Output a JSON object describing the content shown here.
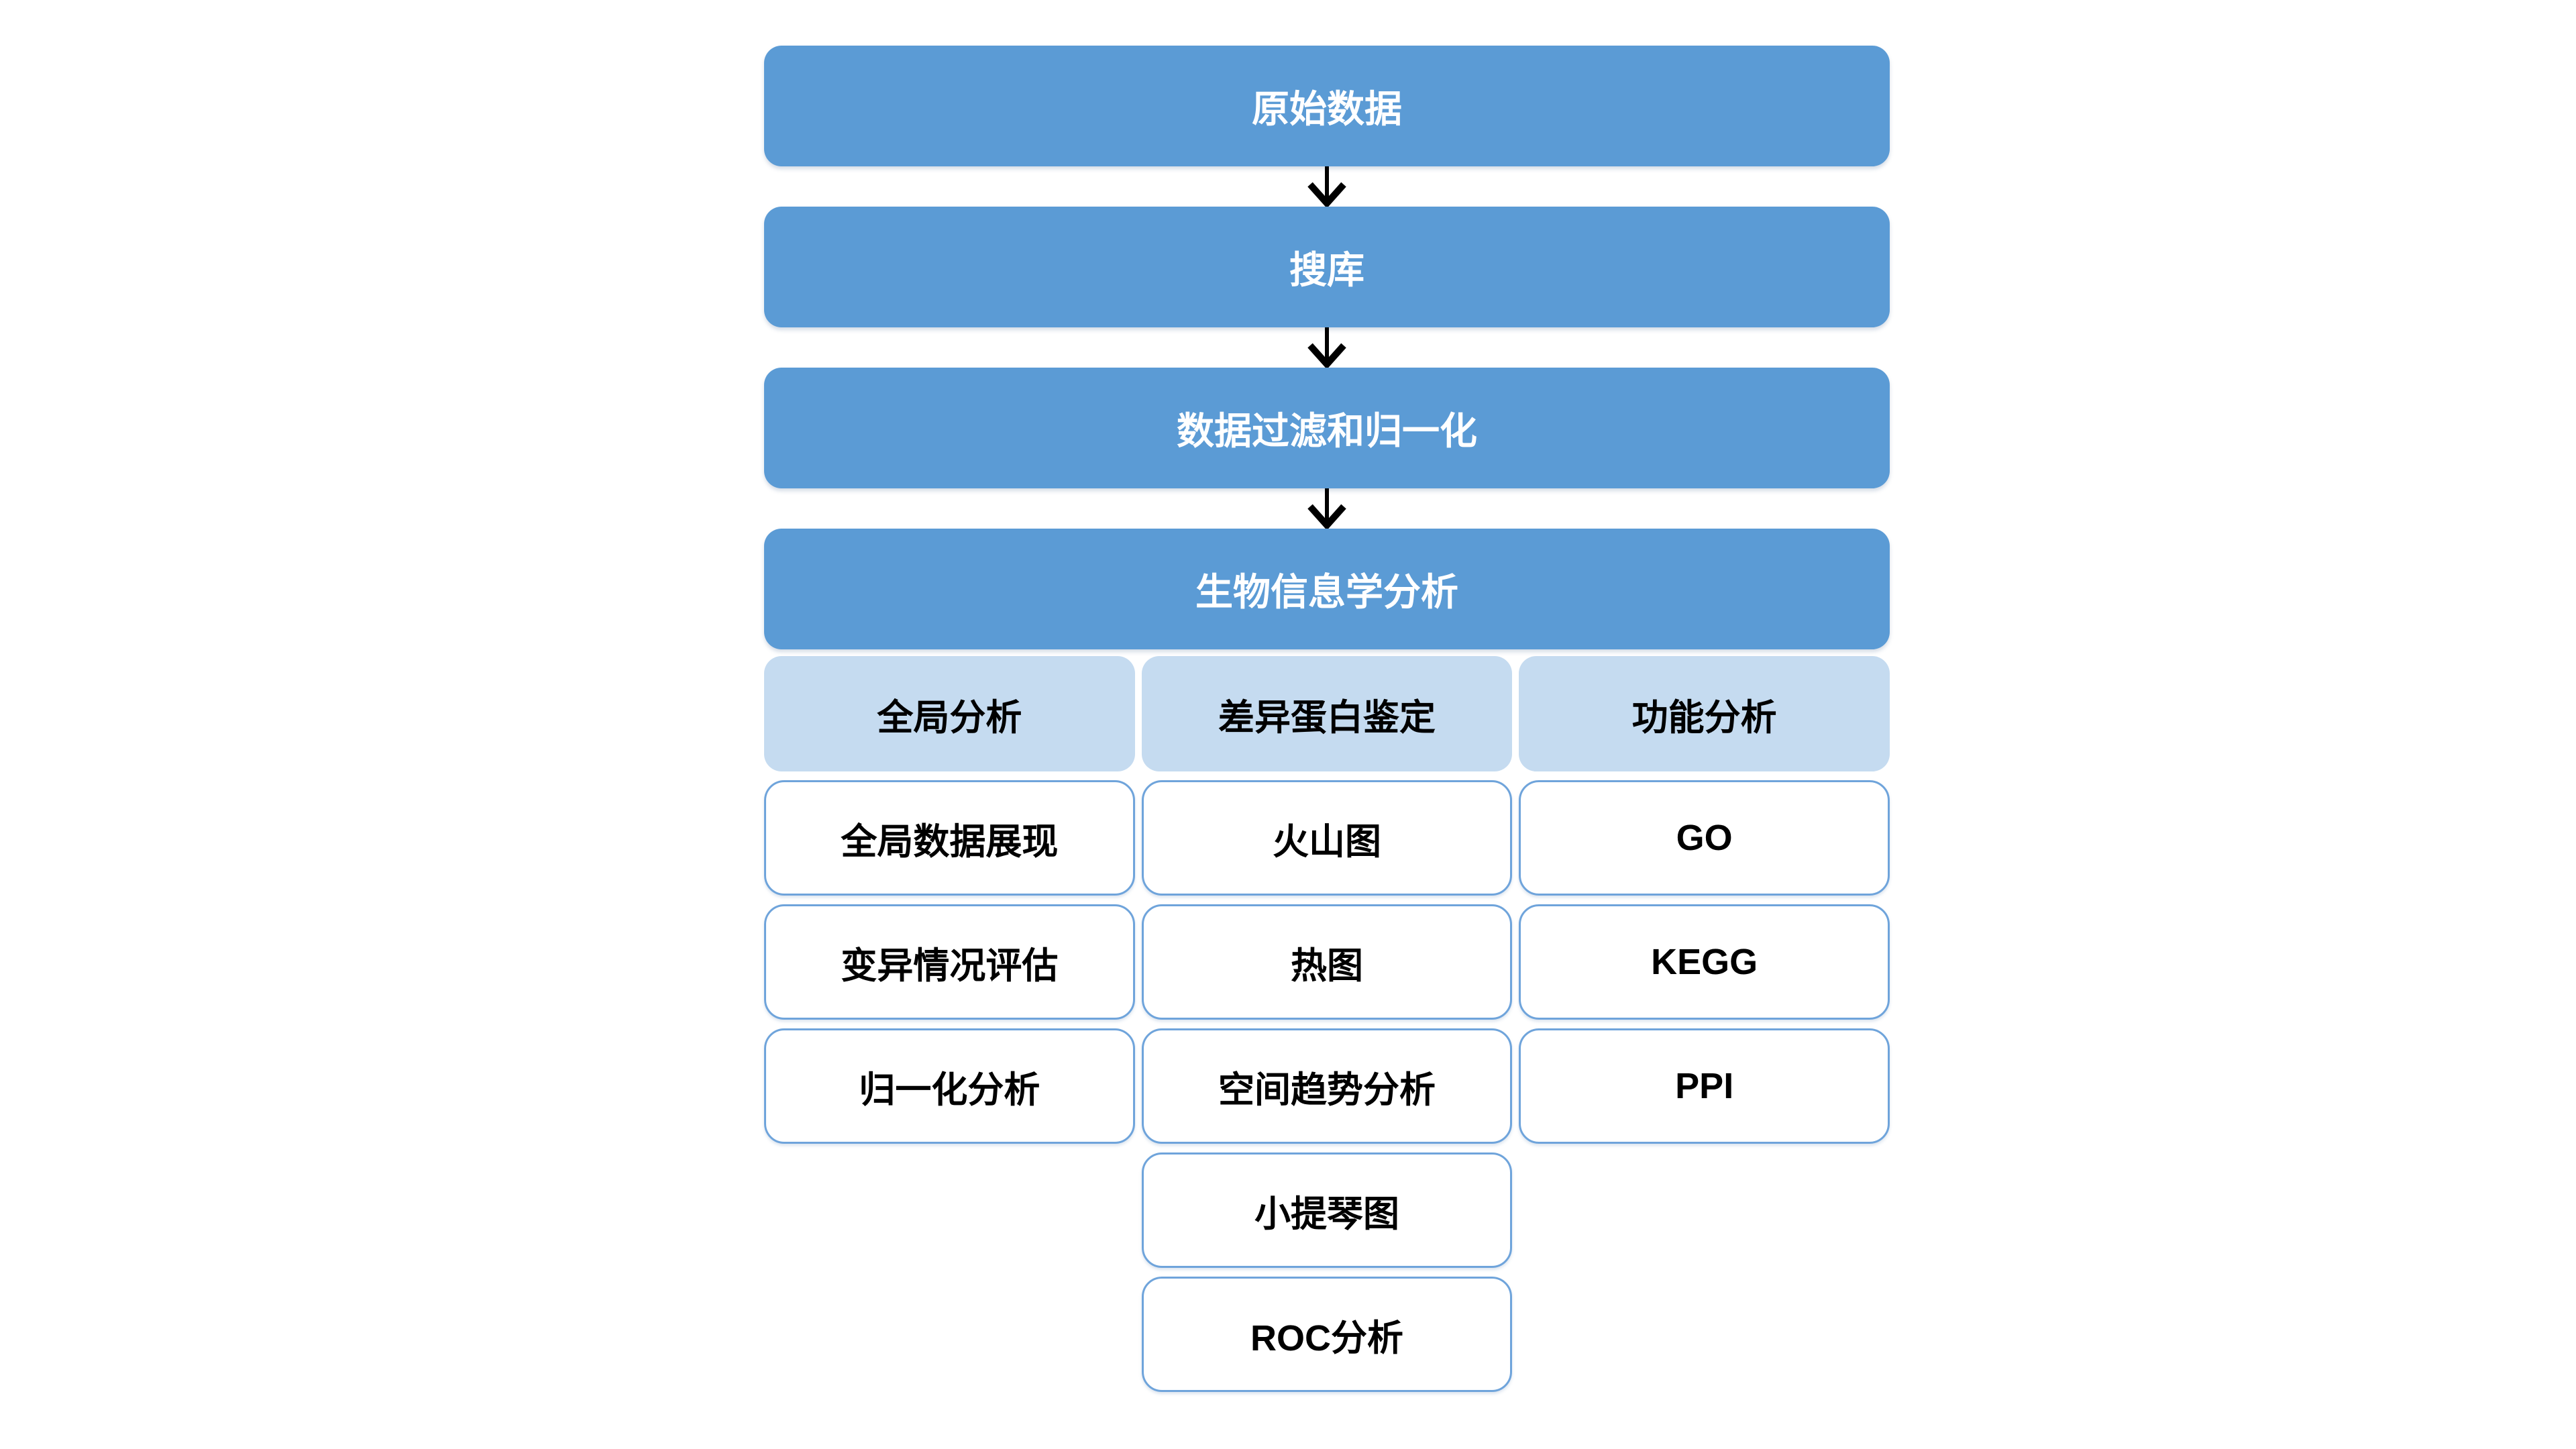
{
  "flow": {
    "steps": [
      {
        "label": "原始数据"
      },
      {
        "label": "搜库"
      },
      {
        "label": "数据过滤和归一化"
      },
      {
        "label": "生物信息学分析"
      }
    ],
    "columns": [
      {
        "header": "全局分析",
        "items": [
          "全局数据展现",
          "变异情况评估",
          "归一化分析"
        ]
      },
      {
        "header": "差异蛋白鉴定",
        "items": [
          "火山图",
          "热图",
          "空间趋势分析",
          "小提琴图",
          "ROC分析"
        ]
      },
      {
        "header": "功能分析",
        "items": [
          "GO",
          "KEGG",
          "PPI"
        ]
      }
    ]
  },
  "colors": {
    "step_fill": "#5B9BD5",
    "header_fill": "#C5DBF0",
    "item_border": "#6FA4DB",
    "arrow": "#000000",
    "text_on_blue": "#FFFFFF",
    "text_dark": "#000000"
  }
}
